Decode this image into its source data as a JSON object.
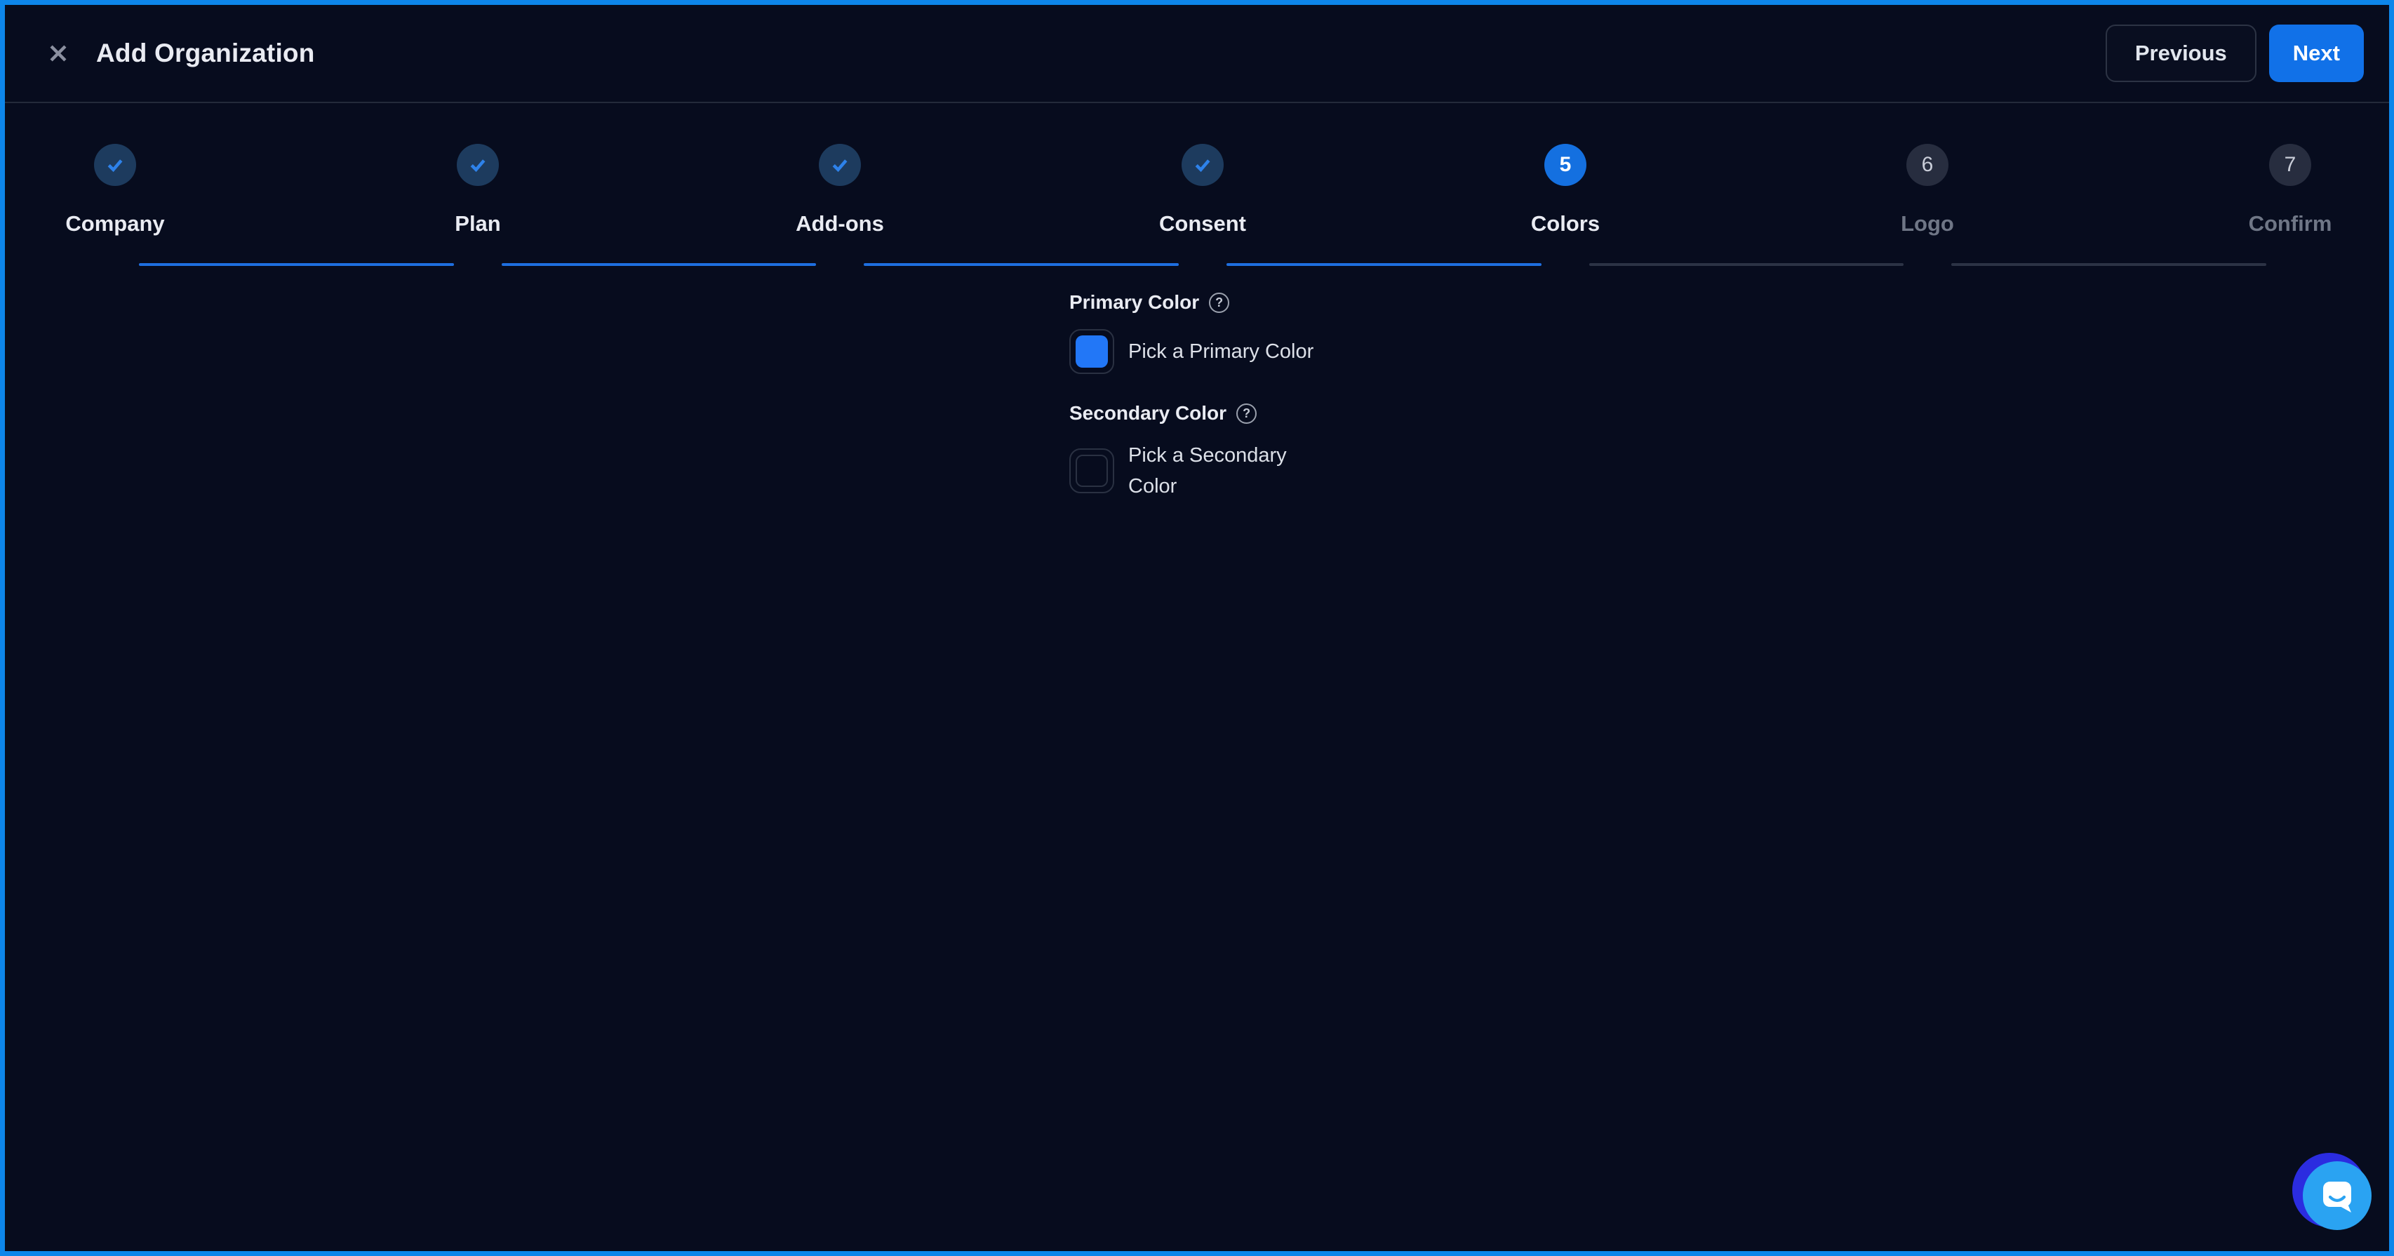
{
  "dialog": {
    "title": "Add Organization"
  },
  "actions": {
    "previous": "Previous",
    "next": "Next"
  },
  "stepper": {
    "steps": [
      {
        "label": "Company",
        "state": "completed"
      },
      {
        "label": "Plan",
        "state": "completed"
      },
      {
        "label": "Add-ons",
        "state": "completed"
      },
      {
        "label": "Consent",
        "state": "completed"
      },
      {
        "label": "Colors",
        "state": "current",
        "number": "5"
      },
      {
        "label": "Logo",
        "state": "upcoming",
        "number": "6"
      },
      {
        "label": "Confirm",
        "state": "upcoming",
        "number": "7"
      }
    ]
  },
  "form": {
    "primary_color": {
      "label": "Primary Color",
      "picker_text": "Pick a Primary Color",
      "selected_color": "#2277f7",
      "help_glyph": "?"
    },
    "secondary_color": {
      "label": "Secondary Color",
      "picker_text": "Pick a Secondary Color",
      "selected_color": "",
      "help_glyph": "?"
    }
  },
  "theme": {
    "frame_border": "#0d86ea",
    "background": "#070c1e",
    "accent_blue": "#1470e0",
    "next_button_blue": "#1171e8",
    "completed_circle": "#1d3b5e",
    "upcoming_circle": "#272d3f",
    "connector_done": "#1e6fe0",
    "connector_todo": "#2c3345",
    "launcher_back": "#2b2ce0",
    "launcher_front": "#2aa3f2"
  }
}
